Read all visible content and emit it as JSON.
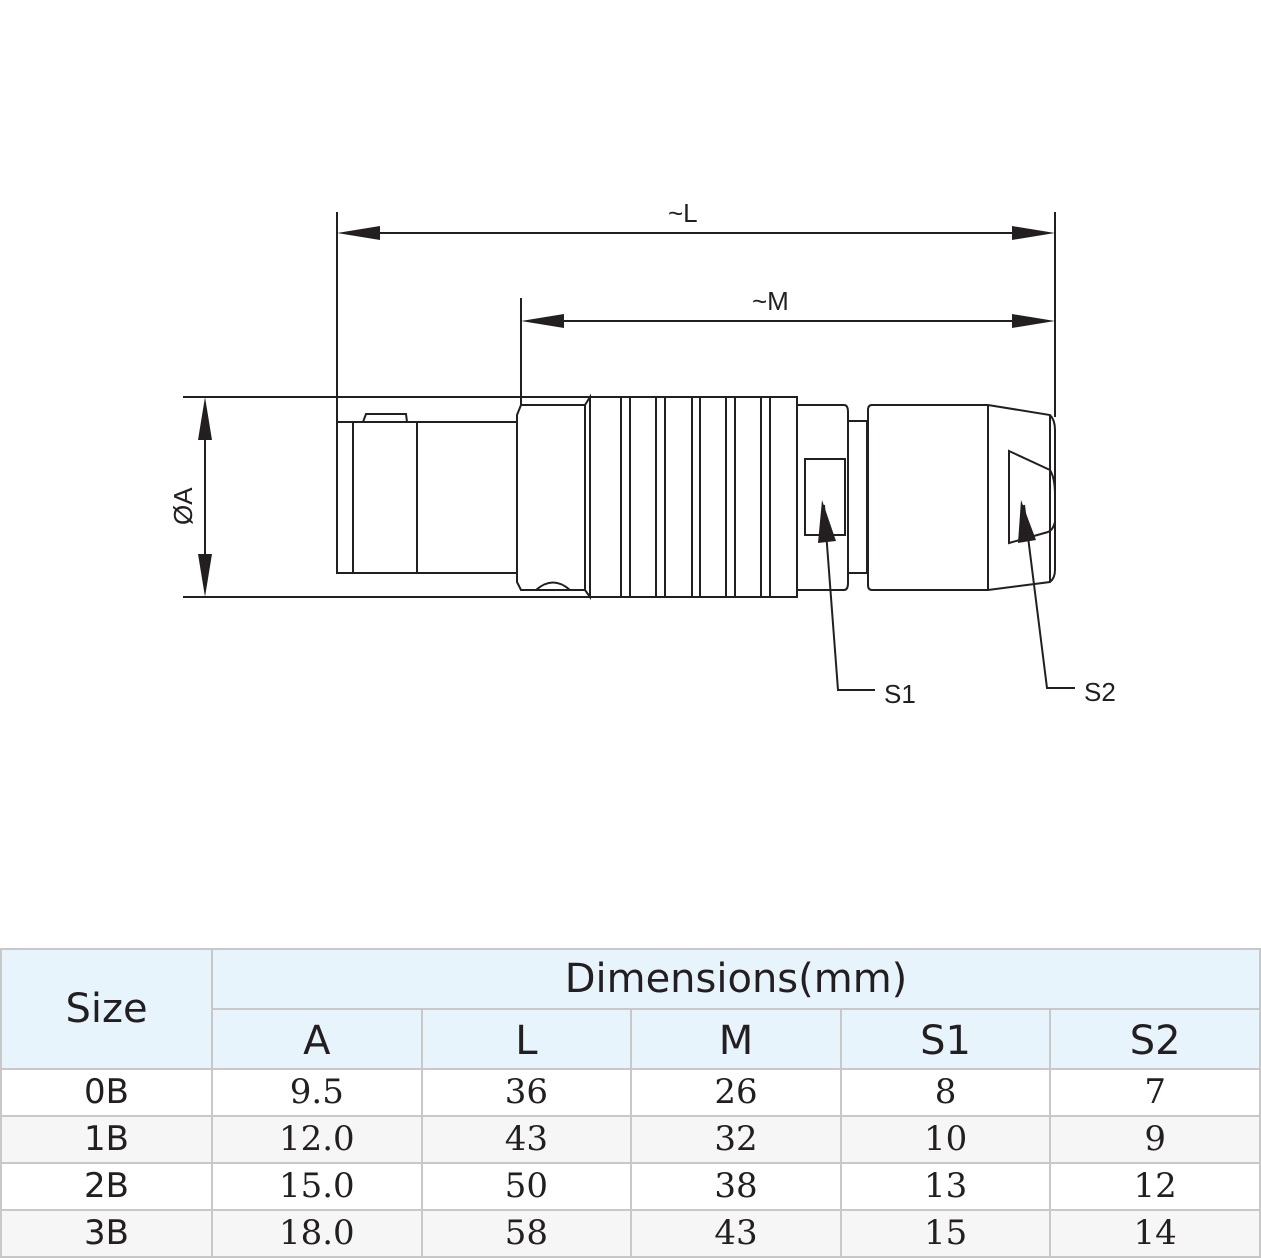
{
  "drawing": {
    "dim_L": "~L",
    "dim_M": "~M",
    "dim_A": "ØA",
    "label_S1": "S1",
    "label_S2": "S2"
  },
  "table": {
    "size_header": "Size",
    "group_header": "Dimensions(mm)",
    "columns": [
      "A",
      "L",
      "M",
      "S1",
      "S2"
    ],
    "rows": [
      {
        "size": "0B",
        "values": [
          "9.5",
          "36",
          "26",
          "8",
          "7"
        ]
      },
      {
        "size": "1B",
        "values": [
          "12.0",
          "43",
          "32",
          "10",
          "9"
        ]
      },
      {
        "size": "2B",
        "values": [
          "15.0",
          "50",
          "38",
          "13",
          "12"
        ]
      },
      {
        "size": "3B",
        "values": [
          "18.0",
          "58",
          "43",
          "15",
          "14"
        ]
      }
    ]
  },
  "colors": {
    "header_bg": "#e8f4fc",
    "stripe_bg": "#f6f6f6",
    "line": "#231f20",
    "grid": "#c8c8c8"
  }
}
